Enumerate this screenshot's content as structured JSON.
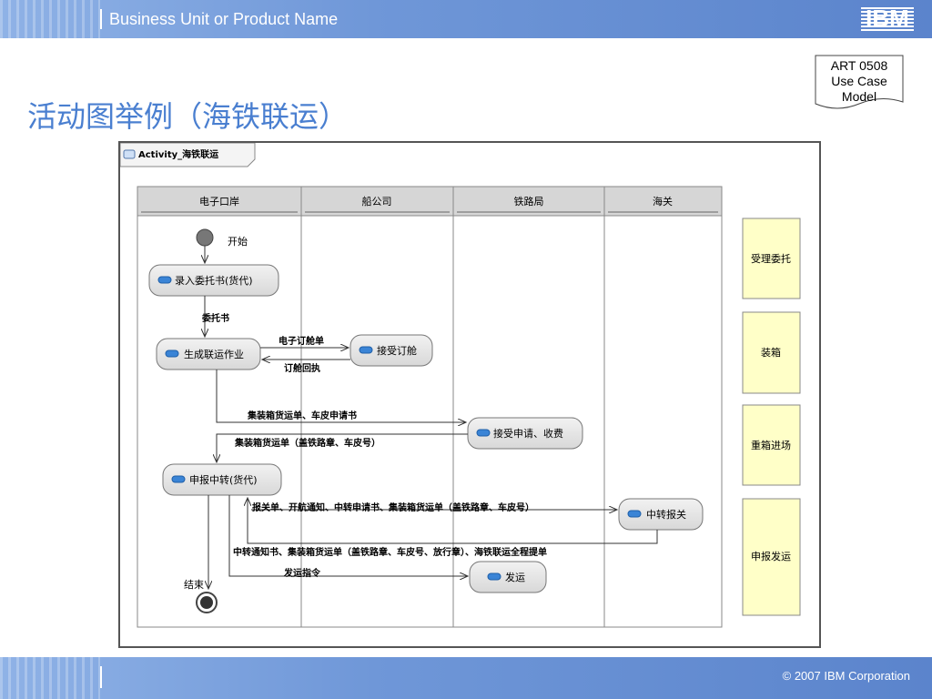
{
  "header": {
    "business_unit": "Business Unit or Product Name",
    "logo": "IBM"
  },
  "art_box": {
    "line1": "ART 0508",
    "line2": "Use Case",
    "line3": "Model"
  },
  "slide_title": "活动图举例（海铁联运）",
  "diagram": {
    "frame_label": "Activity_海铁联运",
    "lanes": [
      "电子口岸",
      "船公司",
      "铁路局",
      "海关"
    ],
    "start_label": "开始",
    "end_label": "结束",
    "activities": {
      "a1": "录入委托书(货代)",
      "a2": "生成联运作业",
      "a3": "接受订舱",
      "a4": "接受申请、收费",
      "a5": "申报中转(货代)",
      "a6": "中转报关",
      "a7": "发运"
    },
    "flows": {
      "f1": "委托书",
      "f2": "电子订舱单",
      "f3": "订舱回执",
      "f4": "集装箱货运单、车皮申请书",
      "f5": "集装箱货运单（盖铁路章、车皮号）",
      "f6": "报关单、开航通知、中转申请书、集装箱货运单（盖铁路章、车皮号）",
      "f7": "中转通知书、集装箱货运单（盖铁路章、车皮号、放行章）、海铁联运全程提单",
      "f8": "发运指令"
    },
    "steps": [
      "受理委托",
      "装箱",
      "重箱进场",
      "申报发运"
    ]
  },
  "footer": {
    "copyright": "© 2007 IBM Corporation"
  },
  "colors": {
    "bar": "#6f97d8",
    "title": "#4a7fd0",
    "step_fill": "#ffffc8",
    "activity_fill": "#e4e4e4"
  }
}
